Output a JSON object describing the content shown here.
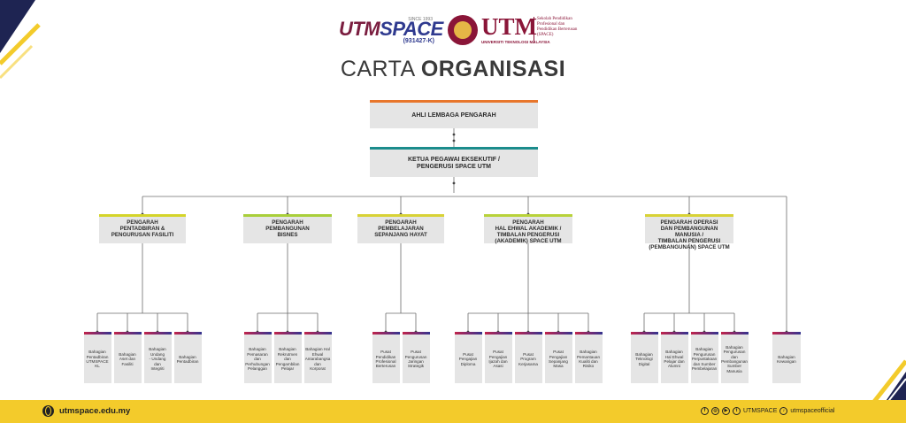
{
  "colors": {
    "navy": "#1e2452",
    "yellow": "#f3cb2b",
    "box_fill": "#e5e5e5",
    "line": "#6b6b6b",
    "maroon": "#8a1538"
  },
  "logos": {
    "utmspace_prefix": "UTM",
    "utmspace_suffix": "SPACE",
    "utmspace_since": "SINCE 1993",
    "utmspace_reg": "(931427-K)",
    "utm_word": "UTM",
    "utm_full": "UNIVERSITI TEKNOLOGI MALAYSIA",
    "utm_desc": "Sekolah Pendidikan Profesional dan Pendidikan Berterusan (SPACE)"
  },
  "title": {
    "light": "CARTA ",
    "bold": "ORGANISASI"
  },
  "top": [
    {
      "label": "AHLI LEMBAGA PENGARAH",
      "bar": "#e8762b"
    },
    {
      "label": "KETUA PEGAWAI EKSEKUTIF /\nPENGERUSI SPACE UTM",
      "bar": "#1b8c8c"
    }
  ],
  "directors": [
    {
      "label": "PENGARAH\nPENTADBIRAN &\nPENGURUSAN FASILITI",
      "bar": "#d4d42a",
      "children": [
        "Bahagian\nPentadbiran\nUTMSPACE\nKL",
        "Bahagian\nAset dan\nFasiliti",
        "Bahagian\nUndang\n- Undang dan\nIntegriti",
        "Bahagian\nPentadbiran"
      ]
    },
    {
      "label": "PENGARAH\nPEMBANGUNAN\nBISNES",
      "bar": "#a9cf3a",
      "children": [
        "Bahagian\nPemasaran\ndan\nPerhubungan\nPelanggan",
        "Bahagian\nRekrutmen\ndan\nPengambilan\nPelajar",
        "Bahagian Hal\nEhwal\nAntarabangsa\ndan\nKorporat"
      ]
    },
    {
      "label": "PENGARAH\nPEMBELAJARAN\nSEPANJANG HAYAT",
      "bar": "#d8d236",
      "children": [
        "Pusat\nPendidikan\nProfesional\nBerterusan",
        "Pusat\nPengurusan\nJaringan\nStrategik"
      ]
    },
    {
      "label": "PENGARAH\nHAL EHWAL AKADEMIK /\nTIMBALAN PENGERUSI\n(AKADEMIK) SPACE UTM",
      "bar": "#b8d23a",
      "children": [
        "Pusat\nPengajian\nDiploma",
        "Pusat\nPengajian\nIjazah dan\nAsasi",
        "Pusat Program\nKerjasama",
        "Pusat\nPengajian\nSepanjang Masa",
        "Bahagian\nPemantauan\nKualiti dan\nRisiko"
      ]
    },
    {
      "label": "PENGARAH OPERASI\nDAN PEMBANGUNAN MANUSIA /\nTIMBALAN PENGERUSI\n(PEMBANGUNAN) SPACE UTM",
      "bar": "#d8d236",
      "children": [
        "Bahagian\nTeknologi\nDigital",
        "Bahagian\nHal Ehwal\nPelajar dan\nAlumni",
        "Bahagian\nPengurusan\nPerpustakaan\ndan Sumber\nPembelajaran",
        "Bahagian\nPengurusan\ndan\nPembangunan\nSumber\nManusia"
      ]
    }
  ],
  "independent": [
    "Bahagian\nKewangan"
  ],
  "footer": {
    "website": "utmspace.edu.my",
    "social_handle_1": "UTMSPACE",
    "social_handle_2": "utmspaceofficial"
  },
  "icons": [
    "globe-icon",
    "facebook-icon",
    "instagram-icon",
    "youtube-icon",
    "twitter-icon",
    "tiktok-icon"
  ]
}
